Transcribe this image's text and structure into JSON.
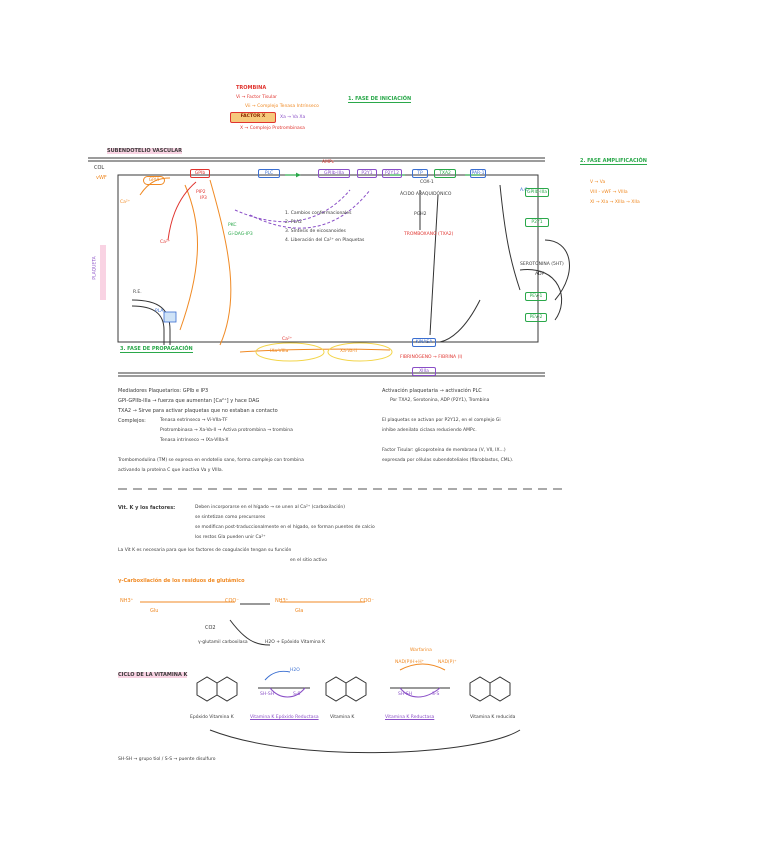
{
  "colors": {
    "ink": "#3a3a3a",
    "orange": "#f08a24",
    "red": "#e0342f",
    "purple": "#8a4fc7",
    "blue": "#3b6fd1",
    "green": "#2aa84a",
    "lime": "#b5d12f",
    "pink": "#f9d3e3",
    "yellow": "#f3d54a"
  },
  "top": {
    "mod_title": "TROMBINA",
    "mod_lines": [
      "Vi → Factor Tisular",
      "Vii → Complejo Tenasa Intrínseco",
      "X → Complejo Protrombinasa",
      "Xa → Va Xa"
    ],
    "factor_box": "FACTOR X",
    "initiation": "1. FASE DE INICIACIÓN",
    "adhesion": "SUBENDOTELIO VASCULAR"
  },
  "membrane": {
    "vwf": "vWF",
    "col": "COL",
    "receptors": [
      "GPIb",
      "GPVI",
      "PLC",
      "GPIIb-IIIa",
      "P2Y1",
      "P2Y12",
      "TXA2",
      "PAR-1",
      "TP"
    ],
    "amp": "AMPc",
    "pip2": "PIP2",
    "pla2": "PLA2",
    "ca_ion": "Ca²⁺",
    "ac": "A.C.",
    "aa": "ÁCIDO ARAQUIDÓNICO",
    "cox": "COX-1",
    "txa2_label": "TROMBOXANO (TXA2)",
    "pgh2": "PGH2"
  },
  "amplification": {
    "title": "2. FASE AMPLIFICACIÓN",
    "lines": [
      "V → Va",
      "VIII - vWF → VIIIa",
      "XI → XIa → XIIIa → XIIa"
    ],
    "serotonin": "SEROTONINA (5HT)",
    "adp": "ADP",
    "pev1": "PEV-1",
    "pev2": "PEV-2"
  },
  "inside": {
    "steps": [
      "1. Cambios conformacionales",
      "2. PLA2",
      "3. Síntesis de eicosanoides",
      "4. Liberación del Ca²⁺ en Plaquetas"
    ],
    "pkc": "PKC",
    "dag": "Gi-DAG-IP3",
    "ca": "Ca²⁺",
    "ip3": "IP3",
    "re": "R.E.",
    "pla": "PLA",
    "membrane_label": "PLAQUETA"
  },
  "propagation": {
    "title": "3. FASE DE PROPAGACIÓN",
    "items": [
      "IXa-VIIIa",
      "Xa-Va-II",
      "Ca²⁺"
    ],
    "fibrin": "FIBRINÓGENO → FIBRINA (I)",
    "kinase": "KINASA",
    "bot_box": "XIIIa"
  },
  "notes_left": [
    "Mediadores Plaquetarios: GPIb e IP3",
    "GPI-GPIIb-IIIa → fuerza que aumentan [Ca²⁺] y hace DAG",
    "TXA2 → Sirve para activar plaquetas que no estaban a contacto",
    "Complejos:",
    "Tenasa extrínseco → Vi-VIIa-TF",
    "Protrombinasa → Xa-Va-II → Activa protrombina → trombina",
    "Tenasa intrínseco → IXa-VIIIa-X",
    "Trombomodulina (TM) se expresa en endotelio sano, forma complejo con trombina",
    "activando la proteína C que inactiva Va y VIIIa."
  ],
  "notes_right": [
    "Activación plaquetaria → activación PLC",
    "Por TXA2, Serotonina, ADP (P2Y1), Trombina",
    "El plaquetas se activan por P2Y12, en el complejo Gi",
    "inhibe adenilato ciclasa reduciendo AMPc.",
    "Factor Tisular: glicoproteína de membrana (V, VII, IX...)",
    "expresada por células subendoteliales (fibroblastos, CML)."
  ],
  "vitk": {
    "header": "Vit. K y los factores:",
    "line1": "Deben incorporarse en el hígado → se unen al Ca²⁺ (carboxilación)",
    "line2": "se sintetizan como precursores",
    "line3": "se modifican post-traduccionalmente en el hígado, se forman puentes de calcio",
    "line4": "los restos Gla pueden unir Ca²⁺",
    "line5": "La Vit K es necesaria para que los factores de coagulación tengan su función",
    "line6": "en el sitio activo",
    "section2": "γ-Carboxilación de los residuos de glutámico",
    "glu": "Glu",
    "gla": "Gla",
    "nh3": "NH3⁺",
    "coo": "COO⁻",
    "co2": "CO2",
    "carboxylase": "γ-glutamil carboxilasa",
    "epoxide_note": "H2O + Epóxido Vitamina K",
    "cycle_label": "CICLO DE LA VITAMINA K",
    "compounds": [
      "Epóxido Vitamina K",
      "Vitamina K",
      "Vitamina K reducida"
    ],
    "enzymes": [
      "Vitamina K Epóxido Reductasa",
      "Vitamina K Reductasa"
    ],
    "cofactors": [
      "SH-SH",
      "S-S",
      "NAD(P)H+H⁺",
      "NAD(P)⁺",
      "H2O"
    ],
    "footer": "SH-SH → grupo tiol / S-S → puente disulfuro",
    "warfarin": "Warfarina"
  }
}
